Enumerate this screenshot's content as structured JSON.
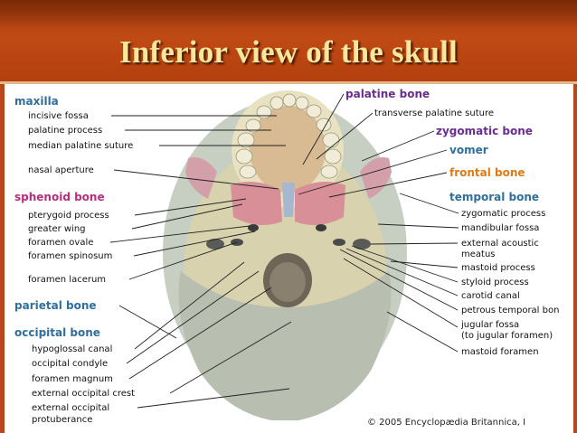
{
  "slide": {
    "title": "Inferior view of the skull"
  },
  "colors": {
    "banner": "#b8420f",
    "title_text": "#fbe79a",
    "bone_header_blue": "#2e6f9e",
    "bone_header_pink": "#b72d7b",
    "bone_header_purple": "#6a2c91",
    "bone_header_orange": "#e07a14",
    "label_text": "#111111"
  },
  "left": {
    "maxilla": {
      "header": "maxilla",
      "items": [
        "incisive fossa",
        "palatine process",
        "median palatine suture",
        "nasal aperture"
      ]
    },
    "sphenoid": {
      "header": "sphenoid bone",
      "items": [
        "pterygoid process",
        "greater wing",
        "foramen ovale",
        "foramen spinosum",
        "foramen lacerum"
      ]
    },
    "parietal": {
      "header": "parietal  bone"
    },
    "occipital": {
      "header": "occipital bone",
      "items": [
        "hypoglossal canal",
        "occipital condyle",
        "foramen magnum",
        "external occipital crest",
        "external occipital",
        "protuberance"
      ]
    }
  },
  "right": {
    "palatine": {
      "header": "palatine bone",
      "items": [
        "transverse palatine suture"
      ]
    },
    "zygomatic": {
      "header": "zygomatic bone"
    },
    "vomer": {
      "header": "vomer"
    },
    "frontal": {
      "header": "frontal bone"
    },
    "temporal": {
      "header": "temporal bone",
      "items": [
        "zygomatic process",
        "mandibular fossa",
        "external acoustic",
        "meatus",
        "mastoid process",
        "styloid process",
        "carotid canal",
        "petrous temporal bon",
        "jugular fossa",
        "(to jugular foramen)",
        "mastoid foramen"
      ]
    }
  },
  "credit": "© 2005 Encyclopædia Britannica, I"
}
